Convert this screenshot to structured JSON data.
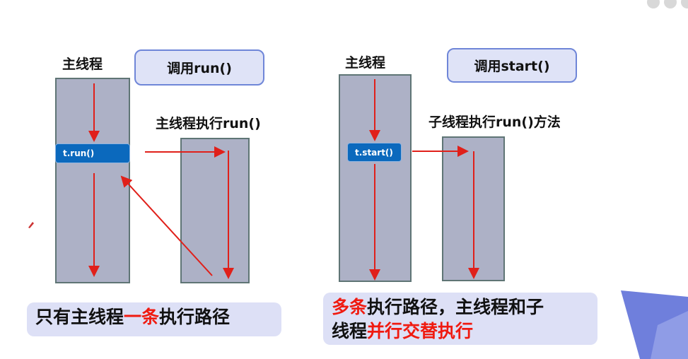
{
  "left": {
    "thread_label": "主线程",
    "call_button": "调用run()",
    "call_box": "t.run()",
    "target_label": "主线程执行run()",
    "note": {
      "part1": "只有主线程",
      "part2": "一条",
      "part3": "执行路径"
    }
  },
  "right": {
    "thread_label": "主线程",
    "call_button": "调用start()",
    "call_box": "t.start()",
    "target_label": "子线程执行run()方法",
    "note": {
      "part1": "多条",
      "part2": "执行路径，主线程和子",
      "part3": "线程",
      "part4": "并行交替执行"
    }
  },
  "colors": {
    "arrow": "#e0201a",
    "accent": "#f01a10",
    "call_box": "#0b69bd",
    "column": "#adb1c6"
  }
}
